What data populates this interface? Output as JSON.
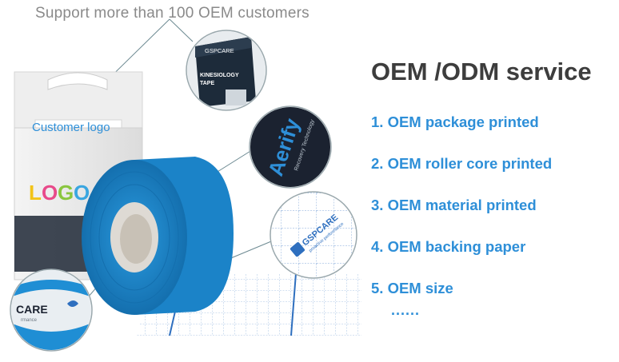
{
  "caption": "Support more than 100 OEM customers",
  "box": {
    "customer_logo": "Customer logo",
    "logo_letters": [
      "L",
      "O",
      "G",
      "O"
    ],
    "logo_colors": [
      "#f2c318",
      "#e84a8a",
      "#8ac63f",
      "#3aa6e0"
    ]
  },
  "bubbles": {
    "package_brand": "GSPCARE",
    "package_line1": "KINESIOLOGY",
    "package_line2": "TAPE",
    "core_brand": "Aerify",
    "core_sub": "Recovery Technology",
    "backing_brand": "GSPCARE",
    "backing_sub": "proactive performance",
    "edge_text": "CARE",
    "edge_sub": "rmance"
  },
  "service": {
    "title": "OEM /ODM service",
    "items": [
      "1. OEM package printed",
      "2. OEM roller core printed",
      "3. OEM material printed",
      "4. OEM backing paper",
      "5. OEM size"
    ],
    "ellipsis": "......"
  },
  "colors": {
    "accent": "#2e8fd8",
    "title": "#3d3d3d",
    "caption": "#8a8a8a",
    "tape": "#1f8ed4"
  }
}
